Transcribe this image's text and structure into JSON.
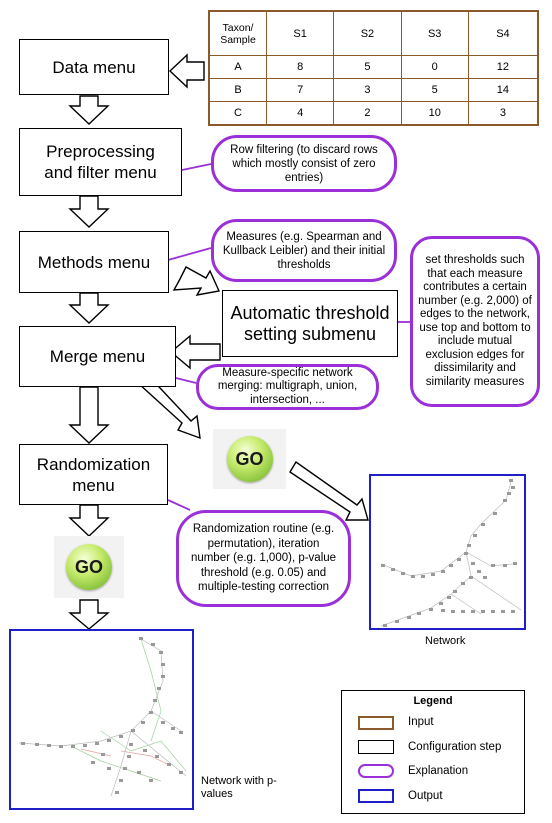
{
  "steps": {
    "data": "Data menu",
    "preprocessing": "Preprocessing and filter menu",
    "methods": "Methods menu",
    "automatic_threshold": "Automatic threshold setting submenu",
    "merge": "Merge menu",
    "randomization": "Randomization menu"
  },
  "input_table": {
    "headers": [
      "Taxon/ Sample",
      "S1",
      "S2",
      "S3",
      "S4"
    ],
    "rows": [
      [
        "A",
        "8",
        "5",
        "0",
        "12"
      ],
      [
        "B",
        "7",
        "3",
        "5",
        "14"
      ],
      [
        "C",
        "4",
        "2",
        "10",
        "3"
      ]
    ]
  },
  "explanations": {
    "row_filtering": "Row filtering (to discard rows which mostly consist of zero entries)",
    "measures": "Measures (e.g. Spearman and Kullback Leibler) and their initial thresholds",
    "thresholds": "set thresholds such that each measure contributes a certain number (e.g. 2,000) of edges to the network, use top and bottom to include mutual exclusion edges for dissimilarity and similarity measures",
    "merging": "Measure-specific network merging: multigraph, union, intersection, ...",
    "randomization": "Randomization routine (e.g. permutation), iteration number (e.g. 1,000), p-value threshold (e.g. 0.05) and multiple-testing correction"
  },
  "go_buttons": {
    "top": "GO",
    "bottom": "GO"
  },
  "outputs": {
    "network": "Network",
    "network_pvalues": "Network with p-values"
  },
  "legend": {
    "title": "Legend",
    "items": [
      "Input",
      "Configuration step",
      "Explanation",
      "Output"
    ]
  },
  "colors": {
    "input": "#8b5a2b",
    "configuration": "#000000",
    "explanation": "#9b30d9",
    "output": "#1f1fc8"
  }
}
